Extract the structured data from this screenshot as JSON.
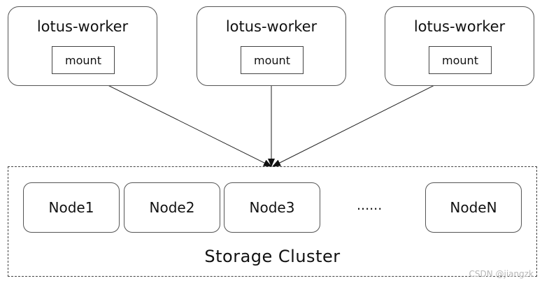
{
  "workers": [
    {
      "title": "lotus-worker",
      "mount": "mount"
    },
    {
      "title": "lotus-worker",
      "mount": "mount"
    },
    {
      "title": "lotus-worker",
      "mount": "mount"
    }
  ],
  "cluster": {
    "label": "Storage Cluster",
    "nodes": [
      "Node1",
      "Node2",
      "Node3"
    ],
    "ellipsis": "......",
    "last_node": "NodeN"
  },
  "watermark": "CSDN @jiangzk"
}
